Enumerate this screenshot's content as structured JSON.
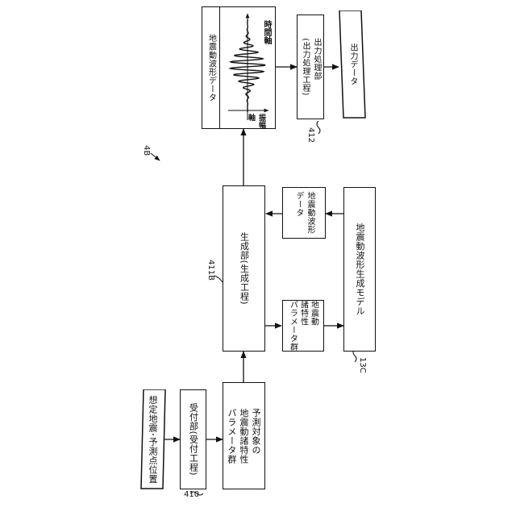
{
  "labels": {
    "figure_id": "4B",
    "receiver_ref": "410",
    "generator_ref": "411B",
    "output_ref": "412",
    "model_ref": "13C"
  },
  "nodes": {
    "input": "想定地震･予測点位置",
    "receiver": "受付部(受付工程)",
    "target_params_line1": "予測対象の",
    "target_params_line2": "地震動諸特性",
    "target_params_line3": "パラメータ群",
    "generator": "生成部(生成工程)",
    "gm_params_line1": "地震動",
    "gm_params_line2": "諸特性",
    "gm_params_line3": "パラメータ群",
    "wave_line1": "地震動波形",
    "wave_line2": "データ",
    "model": "地震動波形生成モデル",
    "waveform_title": "地震動波形データ",
    "time_axis": "時間軸",
    "amp_axis": "振幅軸",
    "output_proc_line1": "出力処理部",
    "output_proc_line2": "(出力処理工程)",
    "output_data": "出力データ"
  }
}
